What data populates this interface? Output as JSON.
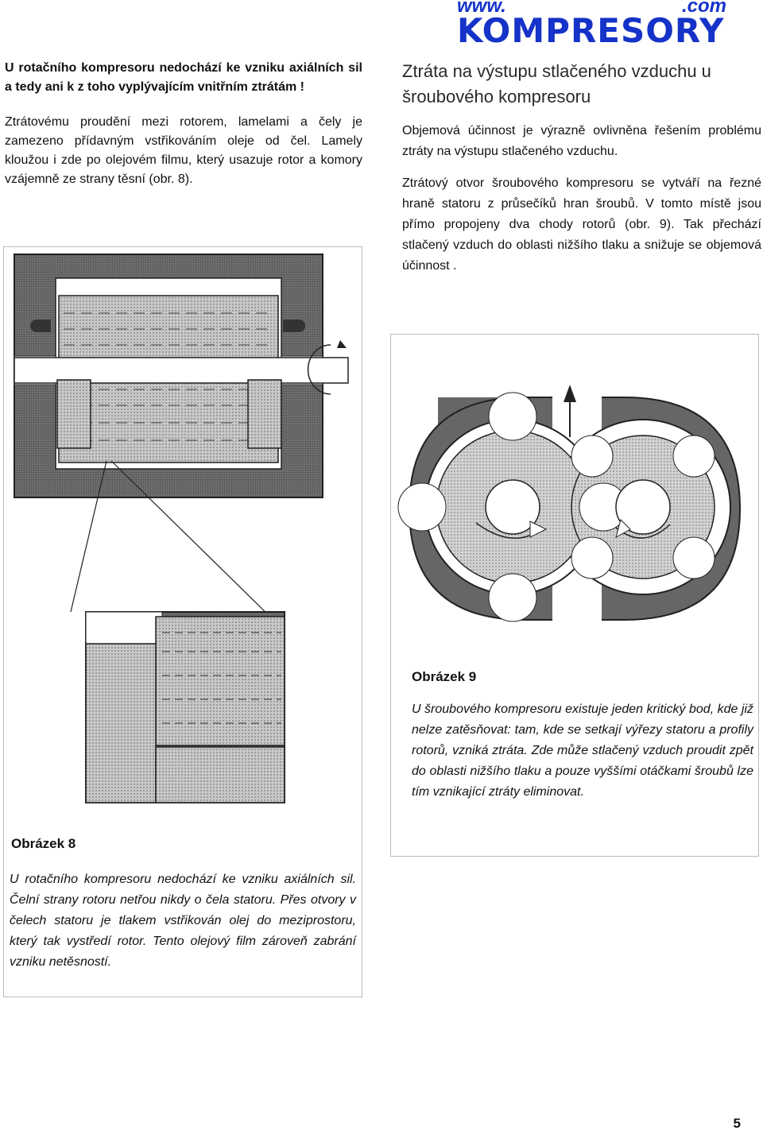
{
  "logo": {
    "www": "www.",
    "com": ".com",
    "main": "KOMPRESORY"
  },
  "intro": {
    "p1": "U rotačního kompresoru nedochází ke vzniku axiálních sil a tedy ani k z toho vyplývajícím vnitřním ztrátám !",
    "p2": "Ztrátovému proudění mezi rotorem, lamelami a čely je zamezeno přídavným vstřikováním oleje od čel. Lamely kloužou i zde po olejovém filmu, který usazuje rotor a komory vzájemně ze strany těsní (obr. 8)."
  },
  "heading": "Ztráta na výstupu stlačeného vzduchu u šroubového kompresoru",
  "right": {
    "p1": "Objemová účinnost je výrazně ovlivněna řešením problému ztráty na výstupu stlačeného vzduchu.",
    "p2": "Ztrátový otvor šroubového kompresoru se vytváří na řezné hraně statoru z průsečíků hran šroubů. V tomto místě jsou přímo propojeny dva chody rotorů (obr. 9). Tak přechází stlačený vzduch do oblasti nižšího tlaku a snižuje se objemová účinnost ."
  },
  "figure8": {
    "title": "Obrázek 8",
    "caption": "U rotačního kompresoru nedochází ke vzniku axiálních sil. Čelní strany rotoru netřou nikdy o čela statoru. Přes otvory v čelech statoru je tlakem vstřikován olej do meziprostoru, který tak vystředí rotor. Tento olejový film zároveň zabrání vzniku netěsností."
  },
  "figure9": {
    "title": "Obrázek 9",
    "caption": "U šroubového kompresoru existuje jeden kritický bod, kde již nelze zatěsňovat: tam, kde se setkají výřezy statoru a profily rotorů, vzniká ztráta. Zde může stlačený vzduch proudit zpět do oblasti nižšího tlaku a pouze vyššími otáčkami šroubů lze tím vznikající ztráty eliminovat."
  },
  "page_number": "5",
  "colors": {
    "logo_blue": "#1533c8",
    "drawing_gray": "#6b6b6b",
    "text": "#111111"
  }
}
